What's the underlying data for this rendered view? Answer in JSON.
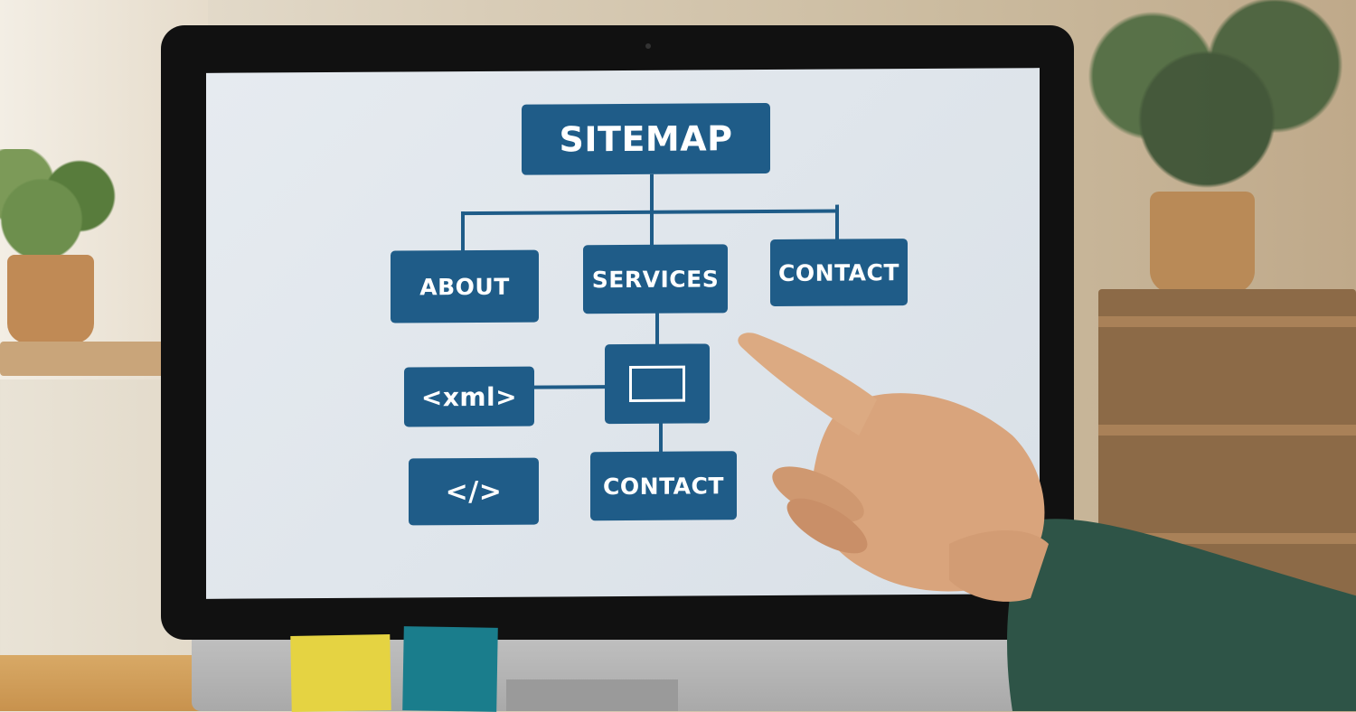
{
  "sitemap": {
    "root": "SITEMAP",
    "nodes": {
      "about": "ABOUT",
      "services": "SERVICES",
      "contact_top": "CONTACT",
      "xml": "<xml>",
      "code": "</>",
      "contact_bottom": "CONTACT"
    }
  },
  "colors": {
    "node_fill": "#1f5c88",
    "screen_bg": "#e2e8ee",
    "sweater": "#2e5447"
  },
  "icons": {
    "hierarchy_child": "empty-rectangle-icon",
    "pointer": "pointing-hand"
  }
}
